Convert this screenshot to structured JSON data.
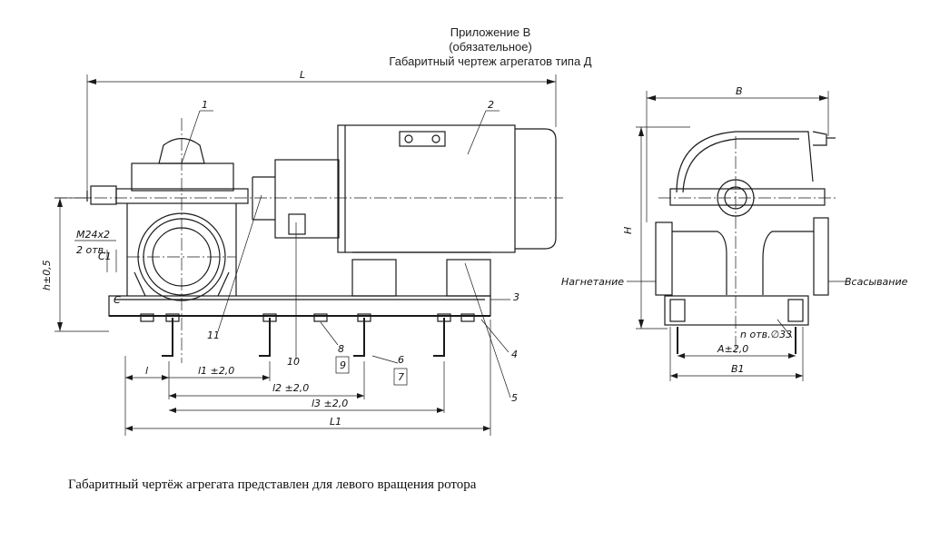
{
  "header": {
    "line1": "Приложение В",
    "line2": "(обязательное)",
    "line3": "Габаритный чертеж агрегатов типа Д"
  },
  "caption": "Габаритный чертёж агрегата представлен для левого вращения ротора",
  "dimensions": {
    "L": "L",
    "h": "h±0,5",
    "M24": "M24x2",
    "holes2": "2 отв.",
    "C1": "C1",
    "C": "C",
    "l": "l",
    "l1": "l1 ±2,0",
    "l2": "l2 ±2,0",
    "l3": "l3 ±2,0",
    "L1": "L1",
    "B": "B",
    "H": "H",
    "A": "A±2,0",
    "B1": "B1",
    "nholes": "n отв.∅33"
  },
  "flow_labels": {
    "discharge": "Нагнетание",
    "suction": "Всасывание"
  },
  "callouts": {
    "c1": "1",
    "c2": "2",
    "c3": "3",
    "c4": "4",
    "c5": "5",
    "c6": "6",
    "c7": "7",
    "c8": "8",
    "c9": "9",
    "c10": "10",
    "c11": "11"
  }
}
